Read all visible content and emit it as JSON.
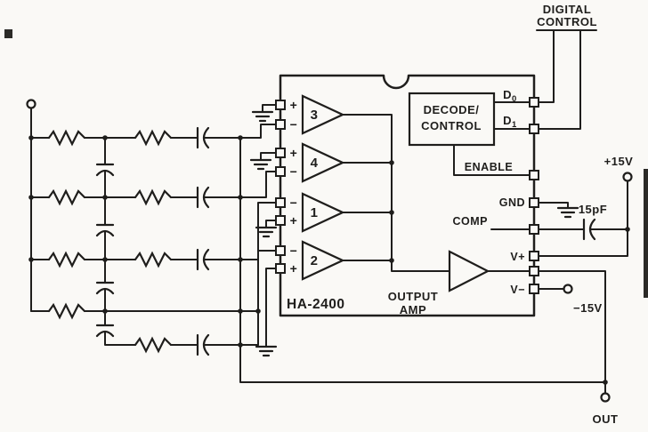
{
  "title": "HA-2400 digitally controlled amplifier schematic",
  "colors": {
    "ink": "#1f1e1c",
    "paper": "#faf9f6"
  },
  "ic": {
    "part_number": "HA-2400",
    "amp_labels": [
      "3",
      "4",
      "1",
      "2"
    ],
    "input_signs": [
      "+",
      "−",
      "+",
      "−",
      "−",
      "+",
      "−",
      "+"
    ],
    "decode_label": [
      "DECODE/",
      "CONTROL"
    ],
    "enable_label": "ENABLE",
    "output_amp_label": [
      "OUTPUT",
      "AMP"
    ],
    "pins": {
      "d_letter": "D",
      "d0_sub": "0",
      "d1_sub": "1",
      "gnd": "GND",
      "comp": "COMP",
      "v_plus": "V+",
      "v_minus": "V−"
    }
  },
  "external": {
    "digital_control": [
      "DIGITAL",
      "CONTROL"
    ],
    "pos_supply": "+15V",
    "neg_supply": "−15V",
    "comp_cap_value": "15pF",
    "out_label": "OUT"
  }
}
